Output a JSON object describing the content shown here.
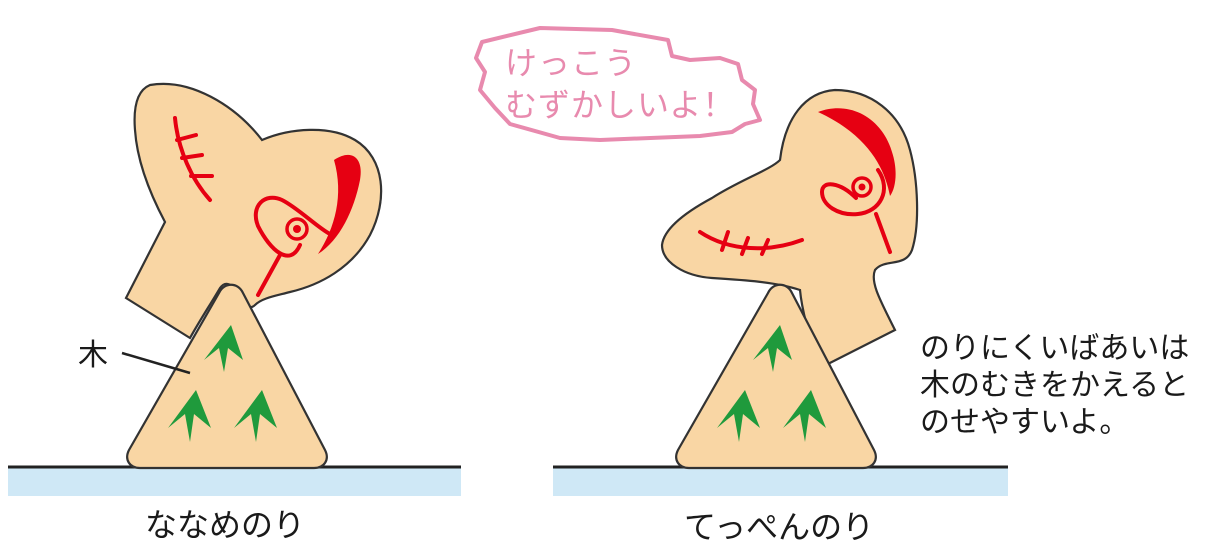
{
  "left_panel": {
    "caption": "ななめのり",
    "wood_label": "木"
  },
  "right_panel": {
    "caption": "てっぺんのり",
    "speech_bubble": "けっこう\nむずかしいよ！"
  },
  "note": "のりにくいばあいは\n木のむきをかえると\nのせやすいよ。",
  "colors": {
    "figure_fill": "#f9d6a4",
    "outline": "#333333",
    "accent_red": "#e60012",
    "tree_green": "#1f9a3c",
    "ground_blue": "#cfe8f6",
    "bubble_pink": "#e88aae"
  },
  "icons": {
    "bird": "bird-shape-icon",
    "tree": "tree-icon"
  }
}
